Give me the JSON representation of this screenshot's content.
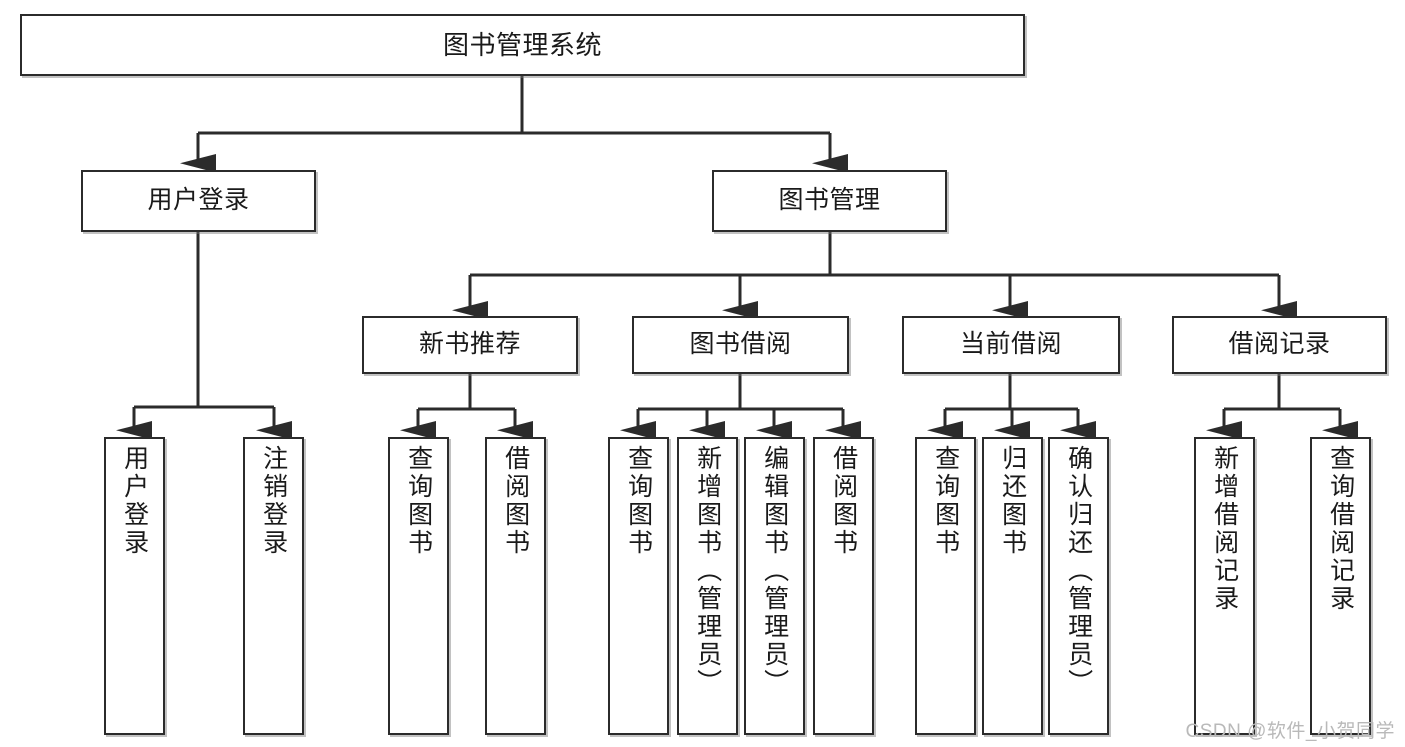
{
  "diagram": {
    "title": "图书管理系统",
    "type": "tree",
    "watermark": "CSDN @软件_小贺同学",
    "colors": {
      "box_border": "#2b2b2b",
      "box_fill": "#ffffff",
      "edge": "#2b2b2b",
      "text": "#1a1a1a",
      "watermark": "#b9b9b9"
    },
    "nodes": {
      "root": {
        "label": "图书管理系统",
        "level": 0,
        "orientation": "horizontal"
      },
      "l1": [
        {
          "id": "user-login",
          "label": "用户登录",
          "level": 1,
          "orientation": "horizontal"
        },
        {
          "id": "book-manage",
          "label": "图书管理",
          "level": 1,
          "orientation": "horizontal"
        }
      ],
      "l2": [
        {
          "id": "new-book-rec",
          "label": "新书推荐",
          "level": 2,
          "orientation": "horizontal",
          "parent": "book-manage"
        },
        {
          "id": "book-borrow",
          "label": "图书借阅",
          "level": 2,
          "orientation": "horizontal",
          "parent": "book-manage"
        },
        {
          "id": "current-borrow",
          "label": "当前借阅",
          "level": 2,
          "orientation": "horizontal",
          "parent": "book-manage"
        },
        {
          "id": "borrow-record",
          "label": "借阅记录",
          "level": 2,
          "orientation": "horizontal",
          "parent": "book-manage"
        }
      ],
      "leaves": [
        {
          "id": "leaf-user-login",
          "label": "用户登录",
          "parent": "user-login",
          "orientation": "vertical"
        },
        {
          "id": "leaf-user-logout",
          "label": "注销登录",
          "parent": "user-login",
          "orientation": "vertical"
        },
        {
          "id": "leaf-query-book-1",
          "label": "查询图书",
          "parent": "new-book-rec",
          "orientation": "vertical"
        },
        {
          "id": "leaf-borrow-book-1",
          "label": "借阅图书",
          "parent": "new-book-rec",
          "orientation": "vertical"
        },
        {
          "id": "leaf-query-book-2",
          "label": "查询图书",
          "parent": "book-borrow",
          "orientation": "vertical"
        },
        {
          "id": "leaf-add-book",
          "label": "新增图书（管理员）",
          "parent": "book-borrow",
          "orientation": "vertical"
        },
        {
          "id": "leaf-edit-book",
          "label": "编辑图书（管理员）",
          "parent": "book-borrow",
          "orientation": "vertical"
        },
        {
          "id": "leaf-borrow-book-2",
          "label": "借阅图书",
          "parent": "book-borrow",
          "orientation": "vertical"
        },
        {
          "id": "leaf-query-book-3",
          "label": "查询图书",
          "parent": "current-borrow",
          "orientation": "vertical"
        },
        {
          "id": "leaf-return-book",
          "label": "归还图书",
          "parent": "current-borrow",
          "orientation": "vertical"
        },
        {
          "id": "leaf-confirm-return",
          "label": "确认归还（管理员）",
          "parent": "current-borrow",
          "orientation": "vertical"
        },
        {
          "id": "leaf-add-record",
          "label": "新增借阅记录",
          "parent": "borrow-record",
          "orientation": "vertical"
        },
        {
          "id": "leaf-query-record",
          "label": "查询借阅记录",
          "parent": "borrow-record",
          "orientation": "vertical"
        }
      ]
    }
  }
}
